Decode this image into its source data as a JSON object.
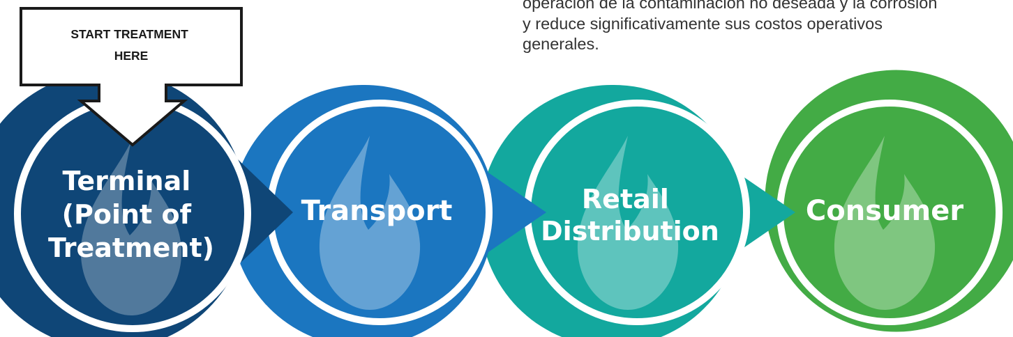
{
  "paragraph": {
    "lines": [
      "operación de la contaminación no deseada y la corrosión",
      "y reduce significativamente sus costos operativos",
      "generales."
    ]
  },
  "callout": {
    "line1": "START TREATMENT",
    "line2": "HERE"
  },
  "stages": [
    {
      "lines": [
        "Terminal",
        "(Point of",
        "Treatment)"
      ],
      "color": "#0f4677"
    },
    {
      "lines": [
        "Transport"
      ],
      "color": "#1b76c0"
    },
    {
      "lines": [
        "Retail",
        "Distribution"
      ],
      "color": "#13a89e"
    },
    {
      "lines": [
        "Consumer"
      ],
      "color": "#43ab45"
    }
  ],
  "icons": {
    "stage_icon": "flame-drop-icon",
    "callout_icon": "down-arrow-callout-icon"
  }
}
